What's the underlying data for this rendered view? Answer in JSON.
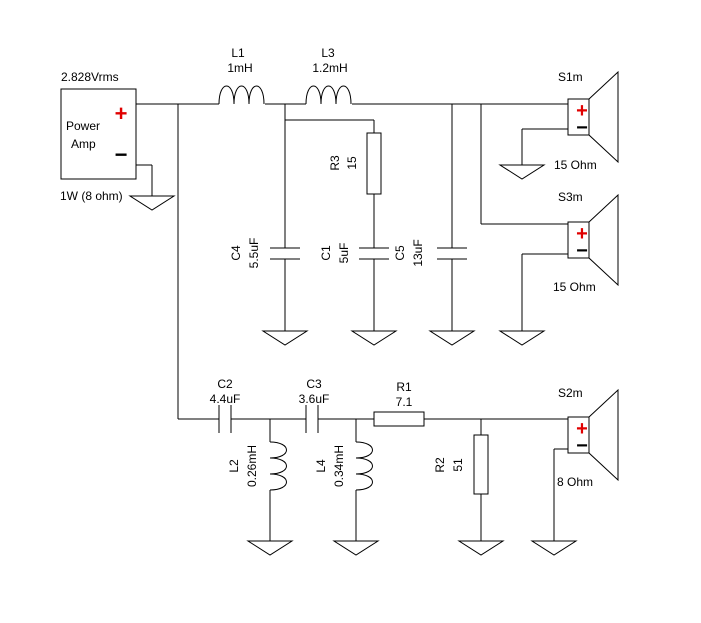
{
  "source": {
    "voltage": "2.828Vrms",
    "name_line1": "Power",
    "name_line2": "Amp",
    "power": "1W (8 ohm)"
  },
  "inductors": {
    "L1": {
      "name": "L1",
      "value": "1mH"
    },
    "L3": {
      "name": "L3",
      "value": "1.2mH"
    },
    "L2": {
      "name": "L2",
      "value": "0.26mH"
    },
    "L4": {
      "name": "L4",
      "value": "0.34mH"
    }
  },
  "capacitors": {
    "C4": {
      "name": "C4",
      "value": "5.5uF"
    },
    "C1": {
      "name": "C1",
      "value": "5uF"
    },
    "C5": {
      "name": "C5",
      "value": "13uF"
    },
    "C2": {
      "name": "C2",
      "value": "4.4uF"
    },
    "C3": {
      "name": "C3",
      "value": "3.6uF"
    }
  },
  "resistors": {
    "R3": {
      "name": "R3",
      "value": "15"
    },
    "R1": {
      "name": "R1",
      "value": "7.1"
    },
    "R2": {
      "name": "R2",
      "value": "51"
    }
  },
  "speakers": {
    "S1m": {
      "name": "S1m",
      "impedance": "15 Ohm"
    },
    "S3m": {
      "name": "S3m",
      "impedance": "15 Ohm"
    },
    "S2m": {
      "name": "S2m",
      "impedance": "8 Ohm"
    }
  },
  "signs": {
    "plus": "+",
    "minus": "−"
  },
  "colors": {
    "wire": "#000000",
    "polarity_red": "#e00000"
  }
}
